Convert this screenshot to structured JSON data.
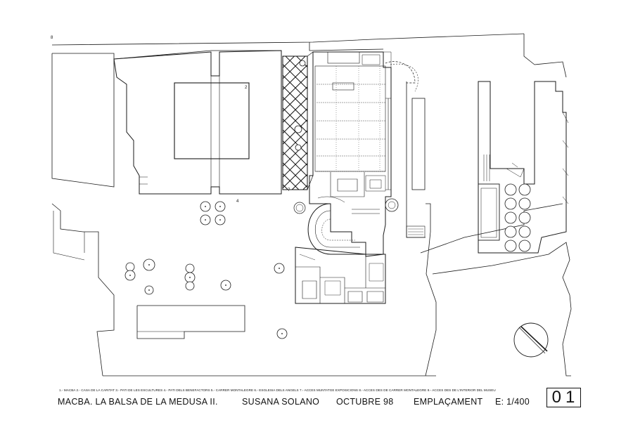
{
  "legend": "1.- MACBA 2.- CASA DE LA CARITAT 3.- PATI DE LES ESCULTURES 4.- PATI DELS BENEFACTORS 5.- CARRER MONTALEGRE 6.- ESGLESIA DELS ANGELS 7.- ACCES MUNTATGE EXPOSICIONS 8.- ACCES DES DE CARRER MONTALEGRE 9.- ACCES DES DE L'INTERIOR DEL MUSEU",
  "title_block": {
    "project": "MACBA.   LA BALSA DE LA MEDUSA II.",
    "author": "SUSANA SOLANO",
    "date": "OCTUBRE 98",
    "sheet": "EMPLAÇAMENT",
    "scale": "E: 1/400",
    "sheet_number": "01"
  },
  "plan_labels": {
    "corner_mark": "8",
    "building_mark": "2",
    "patio_mark": "4",
    "gate_mark": "7"
  }
}
